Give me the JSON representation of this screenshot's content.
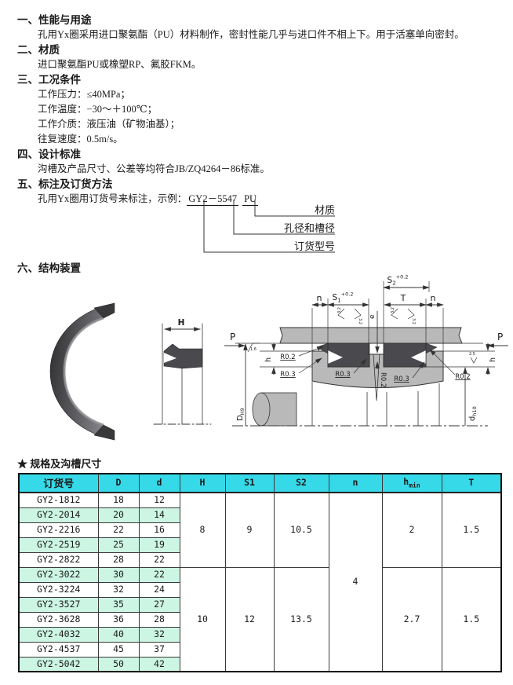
{
  "colors": {
    "header_bg": "#35d9e8",
    "stripe_bg": "#ccf5e4",
    "seal_dark": "#4a4a4e",
    "metal_gray": "#b9b9b9"
  },
  "sections": [
    {
      "heading": "一、性能与用途",
      "lines": [
        "孔用Yx圈采用进口聚氨酯（PU）材料制作，密封性能几乎与进口件不相上下。用于活塞单向密封。"
      ]
    },
    {
      "heading": "二、材质",
      "lines": [
        "进口聚氨酯PU或橡塑RP、氟胶FKM。"
      ]
    },
    {
      "heading": "三、工况条件",
      "lines": [
        "工作压力：≤40MPa；",
        "工作温度：−30～＋100℃；",
        "工作介质：液压油（矿物油基）；",
        "往复速度：0.5m/s。"
      ]
    },
    {
      "heading": "四、设计标准",
      "lines": [
        "沟槽及产品尺寸、公差等均符合JB/ZQ4264－86标准。"
      ]
    },
    {
      "heading": "五、标注及订货方法",
      "lines": []
    },
    {
      "heading": "六、结构装置",
      "lines": []
    }
  ],
  "ordering": {
    "prefix": "孔用Yx圈用订货号来标注，示例：",
    "code": "GY2－5547",
    "material": "PU",
    "callouts": [
      "材质",
      "孔径和槽径",
      "订货型号"
    ]
  },
  "spec": {
    "star": "★",
    "title": "规格及沟槽尺寸"
  },
  "drawing": {
    "H": "H",
    "P": "P",
    "n": "n",
    "T": "T",
    "e": "e",
    "h": "h",
    "S": "S",
    "S1_sub": "1",
    "S2_sub": "2",
    "tol": "+0.2",
    "D": "D",
    "D_sub": "H9",
    "d": "d",
    "d_sub": "h10",
    "R02": "R0.2",
    "R03": "R0.3",
    "ra16": "1.6",
    "ra25": "2.5",
    "ra32": "3.2"
  },
  "table": {
    "headers": [
      "订货号",
      "D",
      "d",
      "H",
      "S1",
      "S2",
      "n",
      "h",
      "T"
    ],
    "hmin_sub": "min",
    "n_all": "4",
    "groups": [
      {
        "H": "8",
        "S1": "9",
        "S2": "10.5",
        "hmin": "2",
        "T": "1.5"
      },
      {
        "H": "10",
        "S1": "12",
        "S2": "13.5",
        "hmin": "2.7",
        "T": "1.5"
      }
    ],
    "rows": [
      {
        "model": "GY2-1812",
        "D": "18",
        "d": "12"
      },
      {
        "model": "GY2-2014",
        "D": "20",
        "d": "14"
      },
      {
        "model": "GY2-2216",
        "D": "22",
        "d": "16"
      },
      {
        "model": "GY2-2519",
        "D": "25",
        "d": "19"
      },
      {
        "model": "GY2-2822",
        "D": "28",
        "d": "22"
      },
      {
        "model": "GY2-3022",
        "D": "30",
        "d": "22"
      },
      {
        "model": "GY2-3224",
        "D": "32",
        "d": "24"
      },
      {
        "model": "GY2-3527",
        "D": "35",
        "d": "27"
      },
      {
        "model": "GY2-3628",
        "D": "36",
        "d": "28"
      },
      {
        "model": "GY2-4032",
        "D": "40",
        "d": "32"
      },
      {
        "model": "GY2-4537",
        "D": "45",
        "d": "37"
      },
      {
        "model": "GY2-5042",
        "D": "50",
        "d": "42"
      }
    ]
  }
}
